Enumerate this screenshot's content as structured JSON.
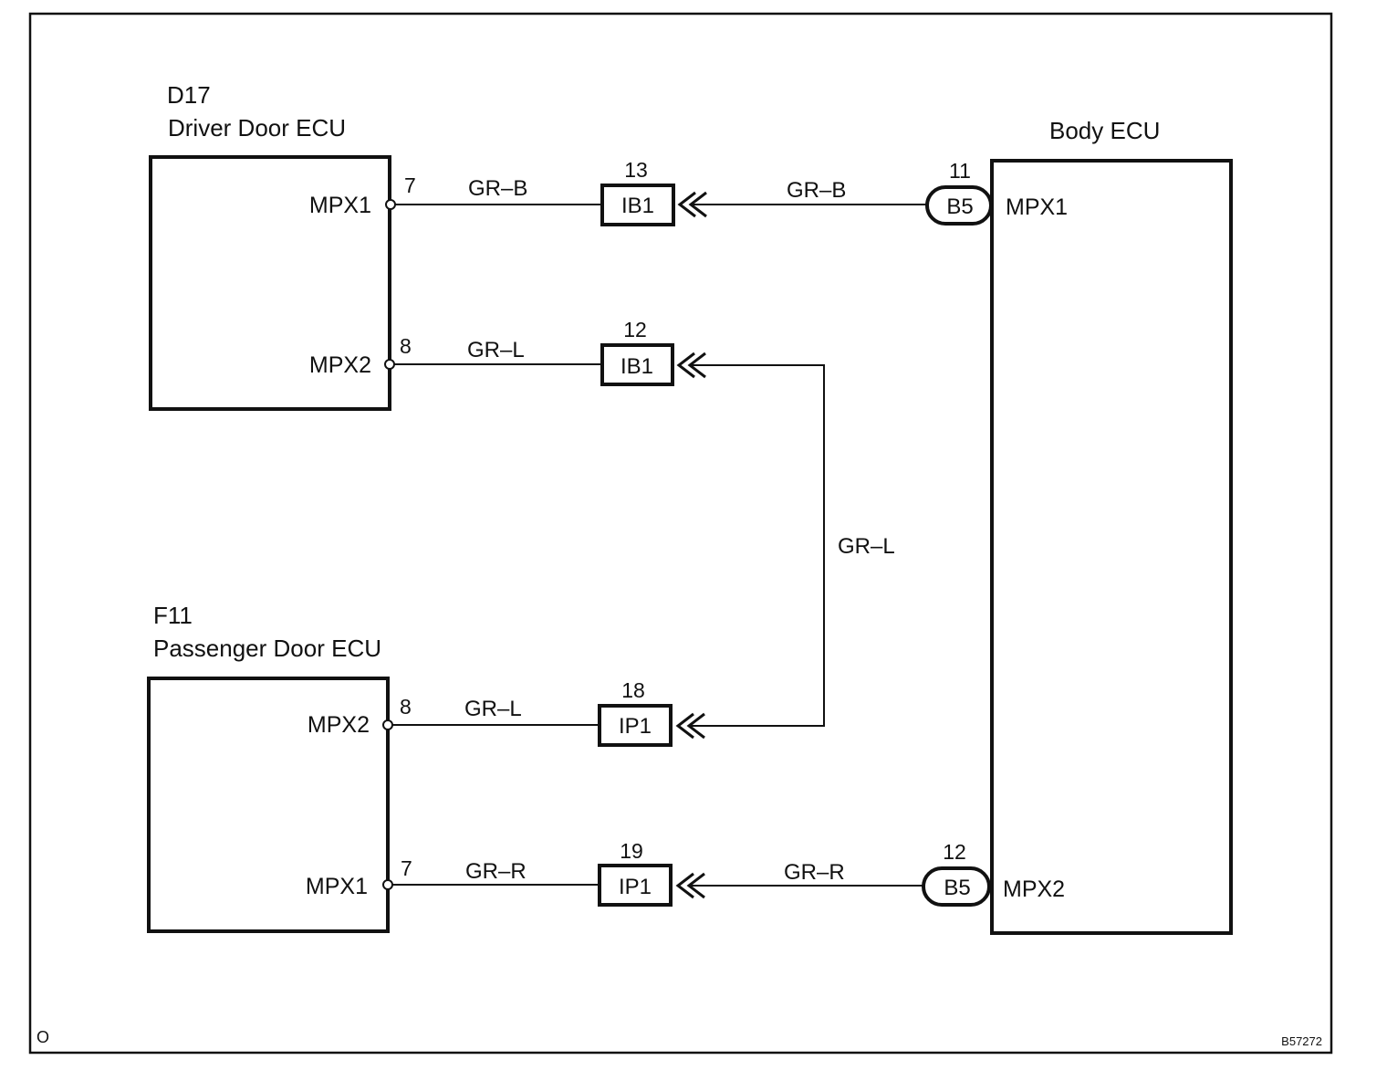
{
  "ecus": {
    "driver": {
      "code": "D17",
      "name": "Driver Door ECU",
      "pin_top": "MPX1",
      "pin_bottom": "MPX2"
    },
    "passenger": {
      "code": "F11",
      "name": "Passenger Door ECU",
      "pin_top": "MPX2",
      "pin_bottom": "MPX1"
    },
    "body": {
      "name": "Body ECU",
      "pin_top": "MPX1",
      "pin_bottom": "MPX2"
    }
  },
  "wires": {
    "w1": {
      "pin_left": "7",
      "color_left": "GR–B",
      "junction": "IB1",
      "junction_pin": "13",
      "color_right": "GR–B",
      "connector": "B5",
      "connector_pin": "11"
    },
    "w2": {
      "pin_left": "8",
      "color_left": "GR–L",
      "junction": "IB1",
      "junction_pin": "12",
      "color_vertical": "GR–L"
    },
    "w3": {
      "pin_left": "8",
      "color_left": "GR–L",
      "junction": "IP1",
      "junction_pin": "18"
    },
    "w4": {
      "pin_left": "7",
      "color_left": "GR–R",
      "junction": "IP1",
      "junction_pin": "19",
      "color_right": "GR–R",
      "connector": "B5",
      "connector_pin": "12"
    }
  },
  "corner": {
    "left": "O",
    "code": "B57272"
  },
  "colors": {
    "line": "#111111",
    "background": "#ffffff"
  }
}
